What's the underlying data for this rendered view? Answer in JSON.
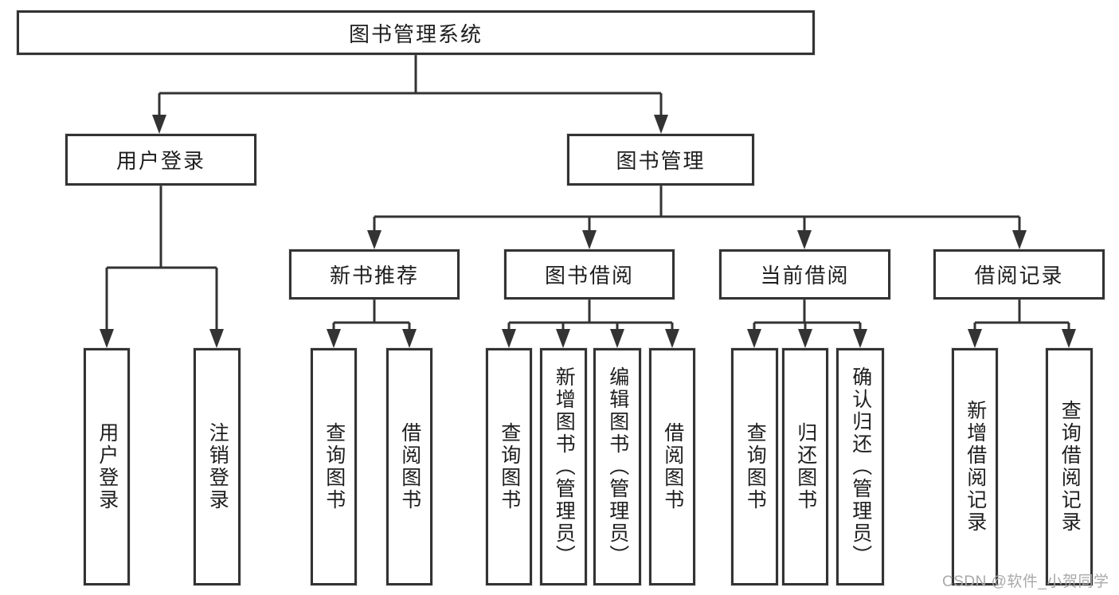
{
  "tree": {
    "root": "图书管理系统",
    "branches": [
      {
        "label": "用户登录",
        "children": [
          "用户登录",
          "注销登录"
        ]
      },
      {
        "label": "图书管理",
        "groups": [
          {
            "label": "新书推荐",
            "children": [
              "查询图书",
              "借阅图书"
            ]
          },
          {
            "label": "图书借阅",
            "children": [
              "查询图书",
              "新增图书（管理员）",
              "编辑图书（管理员）",
              "借阅图书"
            ]
          },
          {
            "label": "当前借阅",
            "children": [
              "查询图书",
              "归还图书",
              "确认归还（管理员）"
            ]
          },
          {
            "label": "借阅记录",
            "children": [
              "新增借阅记录",
              "查询借阅记录"
            ]
          }
        ]
      }
    ]
  },
  "watermark": "CSDN @软件_小贺同学",
  "colors": {
    "line": "#333333",
    "border": "#333333",
    "text": "#1e1e1e",
    "watermark": "#a9a9a9",
    "background": "#ffffff"
  }
}
